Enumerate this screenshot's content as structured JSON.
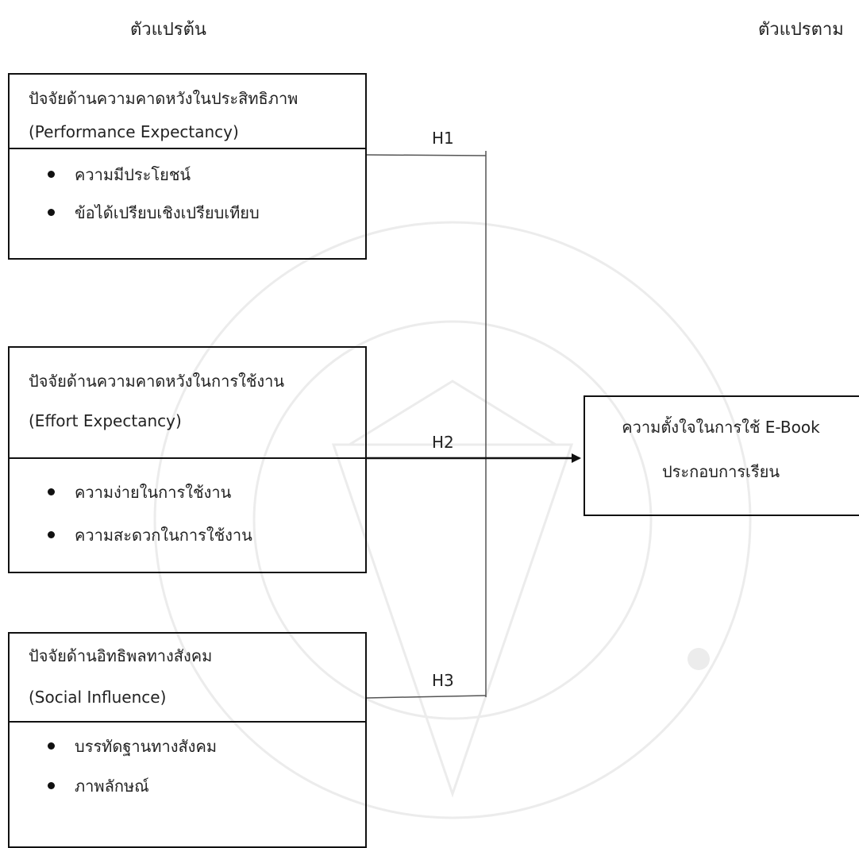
{
  "headers": {
    "independent": "ตัวแปรต้น",
    "dependent": "ตัวแปรตาม"
  },
  "factors": [
    {
      "title_th": "ปัจจัยด้านความคาดหวังในประสิทธิภาพ",
      "title_en": "(Performance Expectancy)",
      "items": [
        "ความมีประโยชน์",
        "ข้อได้เปรียบเชิงเปรียบเทียบ"
      ]
    },
    {
      "title_th": "ปัจจัยด้านความคาดหวังในการใช้งาน",
      "title_en": "(Effort Expectancy)",
      "items": [
        "ความง่ายในการใช้งาน",
        "ความสะดวกในการใช้งาน"
      ]
    },
    {
      "title_th": "ปัจจัยด้านอิทธิพลทางสังคม",
      "title_en": "(Social Influence)",
      "items": [
        "บรรทัดฐานทางสังคม",
        "ภาพลักษณ์"
      ]
    }
  ],
  "hypotheses": [
    "H1",
    "H2",
    "H3"
  ],
  "outcome": {
    "line1": "ความตั้งใจในการใช้ E-Book",
    "line2": "ประกอบการเรียน"
  },
  "colors": {
    "line": "#111111",
    "watermark": "#ebebeb"
  }
}
